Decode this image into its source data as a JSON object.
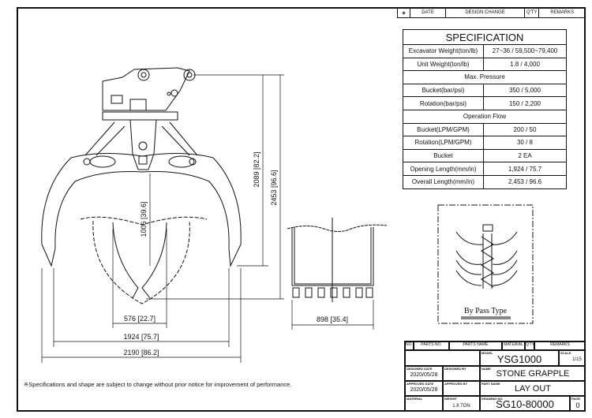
{
  "revision_header": {
    "columns": [
      "DATE",
      "DESIGN CHANGE",
      "Q'TY",
      "REMARKS"
    ]
  },
  "specification": {
    "title": "SPECIFICATION",
    "rows": [
      {
        "label": "Excavator Weight(ton/lb)",
        "value": "27~36 / 59,500~79,400"
      },
      {
        "label": "Unit Weight(ton/lb)",
        "value": "1.8 / 4,000"
      },
      {
        "section": "Max. Pressure"
      },
      {
        "label": "Bucket(bar/psi)",
        "value": "350 / 5,000"
      },
      {
        "label": "Rotation(bar/psi)",
        "value": "150 / 2,200"
      },
      {
        "section": "Operation Flow"
      },
      {
        "label": "Bucket(LPM/GPM)",
        "value": "200 / 50"
      },
      {
        "label": "Rotation(LPM/GPM)",
        "value": "30 / 8"
      },
      {
        "label": "Bucket",
        "value": "2 EA"
      },
      {
        "label": "Opening Length(mm/in)",
        "value": "1,924 / 75.7"
      },
      {
        "label": "Overall Length(mm/in)",
        "value": "2,453 / 96.6"
      }
    ]
  },
  "dimensions": {
    "d2190": "2190 [86.2]",
    "d1924": "1924 [75.7]",
    "d576": "576 [22.7]",
    "d1006": "1006 [39.6]",
    "d2089": "2089 [82.2]",
    "d2453": "2453 [96.6]",
    "d898": "898 [35.4]"
  },
  "detail_label": "By Pass Type",
  "note": "※Specifications and shape are subject to change without prior notice for improvement of performance.",
  "title_block": {
    "header": [
      "NO",
      "PARTS NO.",
      "PARTS NAME",
      "MATERIAL",
      "Q'TY",
      "REMARKS"
    ],
    "model_label": "MODEL",
    "model": "YSG1000",
    "scale_label": "SCALE",
    "scale": "1/15",
    "designed_date_label": "DESIGNED DATE",
    "designed_date": "2020/05/28",
    "designed_by_label": "DESIGNED BY",
    "name_label": "NAME",
    "name": "STONE GRAPPLE",
    "approved_date_label": "APPROVED DATE",
    "approved_date": "2020/05/28",
    "approved_by_label": "APPROVED BY",
    "part_name_label": "PART NAME",
    "part_name": "LAY OUT",
    "material_label": "MATERIAL",
    "weight_label": "WEIGHT",
    "weight": "1.8 TON",
    "drawing_no_label": "DRAWING NO.",
    "drawing_no": "SG10-80000",
    "page_label": "PAGE",
    "page": "0"
  }
}
